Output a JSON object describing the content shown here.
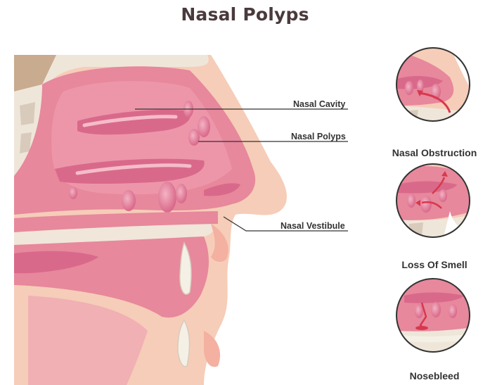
{
  "title": "Nasal Polyps",
  "labels": {
    "nasal_cavity": "Nasal Cavity",
    "nasal_polyps": "Nasal Polyps",
    "nasal_vestibule": "Nasal Vestibule"
  },
  "symptoms": [
    {
      "caption": "Nasal Obstruction"
    },
    {
      "caption": "Loss Of Smell"
    },
    {
      "caption": "Nosebleed"
    }
  ],
  "colors": {
    "skin": "#f6cdb8",
    "tissue": "#e7889c",
    "tissue_light": "#f1a7b7",
    "bone": "#efe6da",
    "polyp": "#d9698a",
    "arrow": "#d8384e",
    "line": "#333333"
  }
}
